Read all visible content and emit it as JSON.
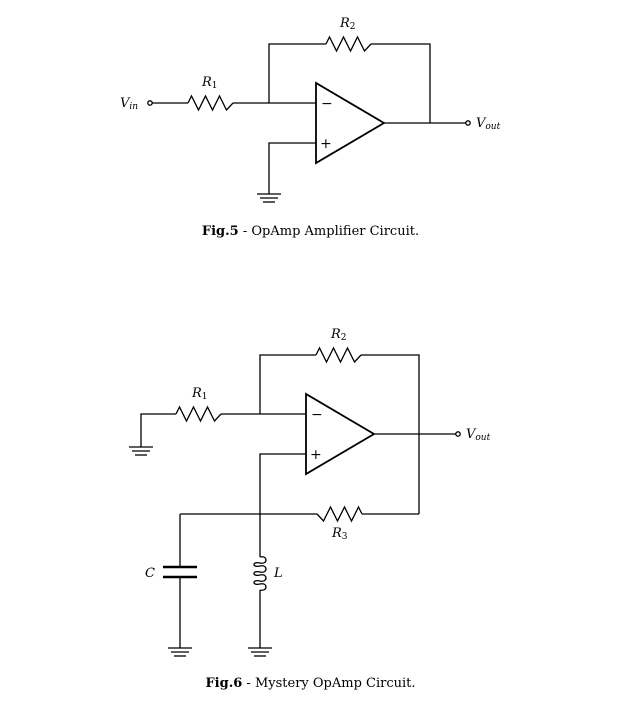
{
  "figure5": {
    "labels": {
      "vin": "V",
      "vin_sub": "in",
      "vout": "V",
      "vout_sub": "out",
      "r1": "R",
      "r1_sub": "1",
      "r2": "R",
      "r2_sub": "2",
      "minus": "−",
      "plus": "+"
    },
    "caption": {
      "number": "Fig.5",
      "text": " - OpAmp Amplifier Circuit."
    }
  },
  "figure6": {
    "labels": {
      "vout": "V",
      "vout_sub": "out",
      "r1": "R",
      "r1_sub": "1",
      "r2": "R",
      "r2_sub": "2",
      "r3": "R",
      "r3_sub": "3",
      "c": "C",
      "l": "L",
      "minus": "−",
      "plus": "+"
    },
    "caption": {
      "number": "Fig.6",
      "text": " - Mystery OpAmp Circuit."
    }
  }
}
